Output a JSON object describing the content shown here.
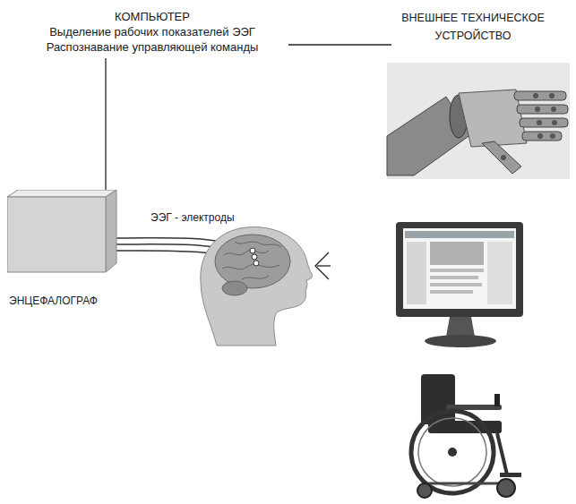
{
  "diagram": {
    "nodes": [
      {
        "text": [
          "КОМПЬЮТЕР",
          "Выделение рабочих показателей ЭЭГ",
          "Распознавание управляющей команды"
        ]
      },
      {
        "text": [
          "ВНЕШНЕЕ ТЕХНИЧЕСКОЕ УСТРОЙСТВО"
        ]
      },
      {
        "text": [
          "ЭНЦЕФАЛОГРАФ"
        ]
      }
    ],
    "edges": [
      {
        "from": 0,
        "to": 1,
        "arrow": "none"
      },
      {
        "from": 0,
        "to": 2,
        "arrow": "none"
      }
    ],
    "labels": [
      "ЭЭГ - электроды"
    ]
  }
}
